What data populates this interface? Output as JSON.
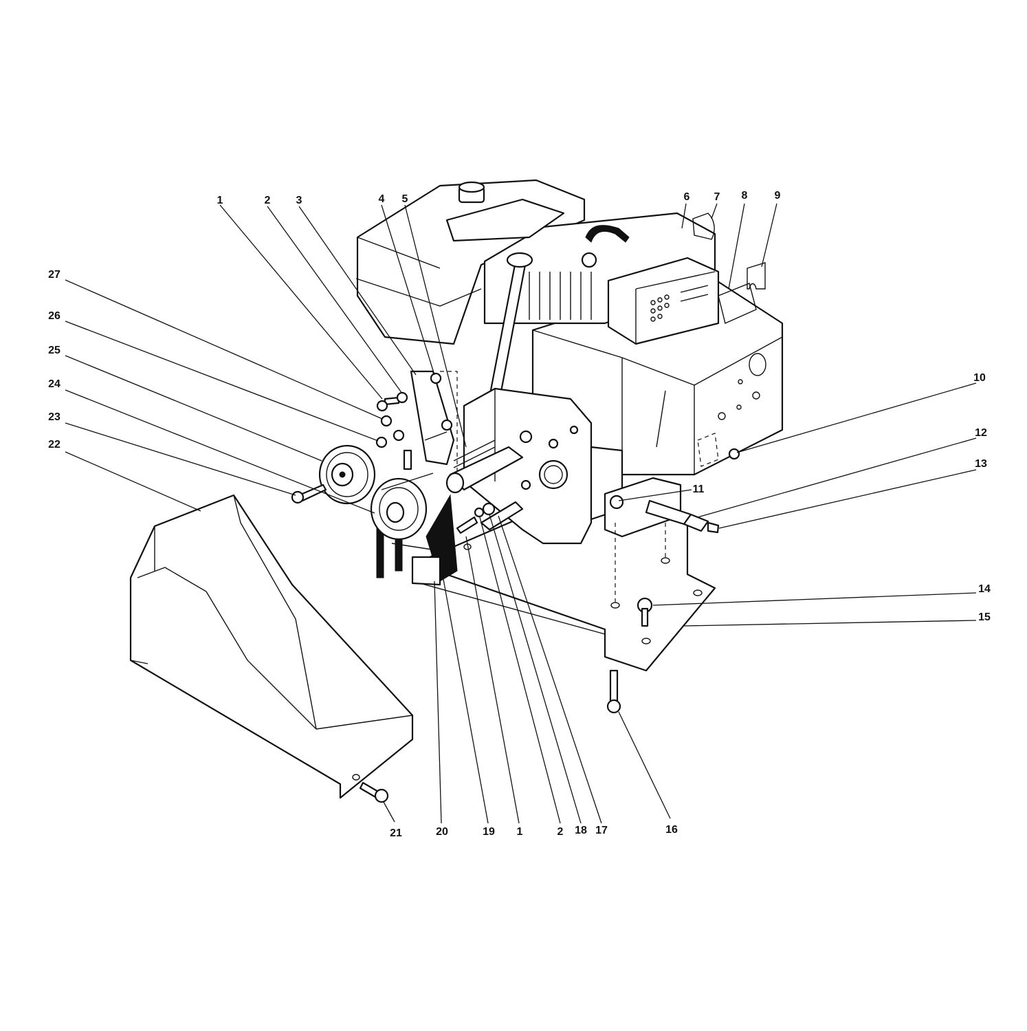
{
  "callouts": [
    {
      "id": "c1a",
      "text": "1"
    },
    {
      "id": "c2a",
      "text": "2"
    },
    {
      "id": "c3",
      "text": "3"
    },
    {
      "id": "c4",
      "text": "4"
    },
    {
      "id": "c5",
      "text": "5"
    },
    {
      "id": "c6",
      "text": "6"
    },
    {
      "id": "c7",
      "text": "7"
    },
    {
      "id": "c8",
      "text": "8"
    },
    {
      "id": "c9",
      "text": "9"
    },
    {
      "id": "c10",
      "text": "10"
    },
    {
      "id": "c11",
      "text": "11"
    },
    {
      "id": "c12",
      "text": "12"
    },
    {
      "id": "c13",
      "text": "13"
    },
    {
      "id": "c14",
      "text": "14"
    },
    {
      "id": "c15",
      "text": "15"
    },
    {
      "id": "c16",
      "text": "16"
    },
    {
      "id": "c17",
      "text": "17"
    },
    {
      "id": "c18",
      "text": "18"
    },
    {
      "id": "c2b",
      "text": "2"
    },
    {
      "id": "c1b",
      "text": "1"
    },
    {
      "id": "c19",
      "text": "19"
    },
    {
      "id": "c20",
      "text": "20"
    },
    {
      "id": "c21",
      "text": "21"
    },
    {
      "id": "c22",
      "text": "22"
    },
    {
      "id": "c23",
      "text": "23"
    },
    {
      "id": "c24",
      "text": "24"
    },
    {
      "id": "c25",
      "text": "25"
    },
    {
      "id": "c26",
      "text": "26"
    },
    {
      "id": "c27",
      "text": "27"
    }
  ],
  "ink_color": "#111111",
  "paper_color": "#ffffff"
}
